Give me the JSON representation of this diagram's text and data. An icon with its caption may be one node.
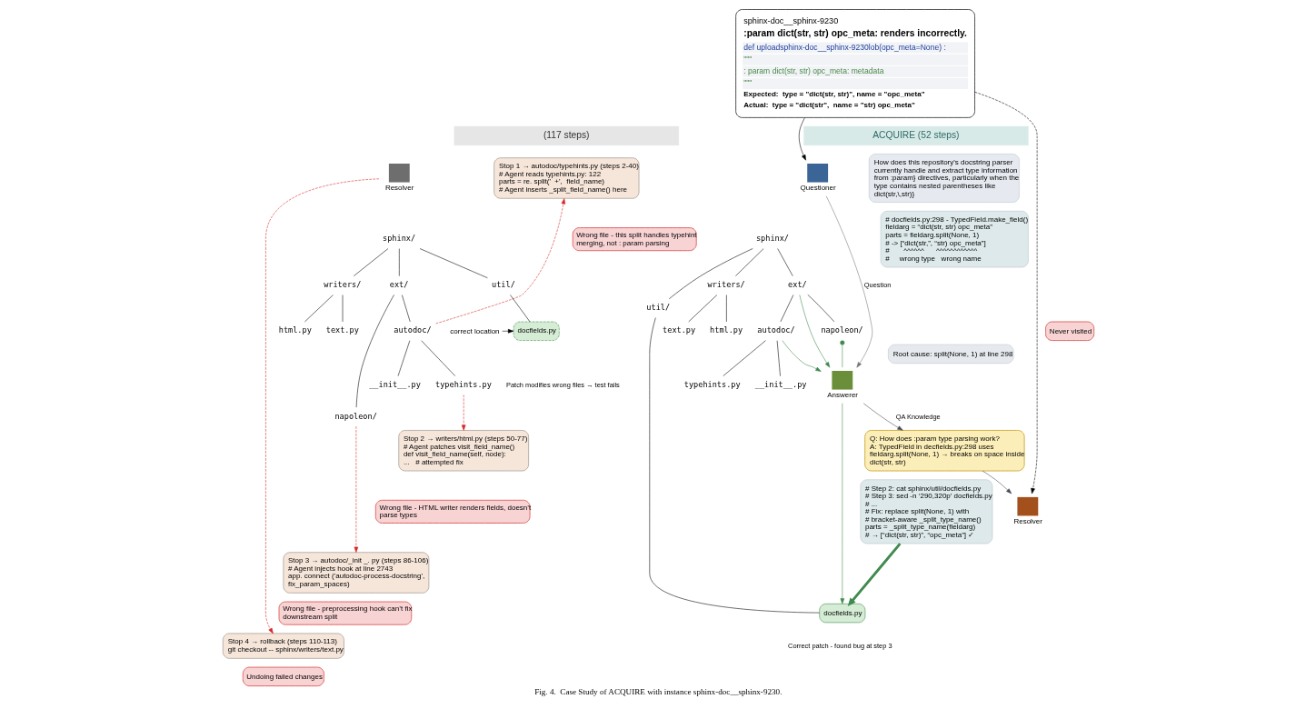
{
  "diagram": {
    "caption": "Fig. 4.  Case Study of ACQUIRE with instance sphinx-doc__sphinx-9230.",
    "nodes": [
      {
        "text": [
          "sphinx-doc__sphinx-9230",
          ":param dict(str, str) opc_meta: renders incorrectly.",
          "def uploadsphinx-doc__sphinx-9230lob(opc_meta=None) :",
          "\"\"\"",
          ": param dict(str, str) opc_meta: metadata",
          "\"\"\"",
          "Expected:  type = \"dict(str, str)\", name = \"opc_meta\"",
          "Actual:  type = \"dict(str\",  name = \"str) opc_meta\""
        ]
      },
      {
        "text": [
          "(117 steps)"
        ]
      },
      {
        "text": [
          "Resolver"
        ]
      },
      {
        "text": [
          "sphinx/"
        ]
      },
      {
        "text": [
          "ext/"
        ]
      },
      {
        "text": [
          "autodoc/"
        ]
      },
      {
        "text": [
          "__init__.py"
        ]
      },
      {
        "text": [
          "typehints.py"
        ]
      },
      {
        "text": [
          "napoleon/"
        ]
      },
      {
        "text": [
          "writers/"
        ]
      },
      {
        "text": [
          "html.py"
        ]
      },
      {
        "text": [
          "text.py"
        ]
      },
      {
        "text": [
          "util/"
        ]
      },
      {
        "text": [
          "docfields.py"
        ]
      },
      {
        "text": [
          "Stop 1 → autodoc/typehints.py (steps 2-40)",
          "# Agent reads typehints.py: 122",
          "parts = re. split('  +',  field_name)",
          "# Agent inserts _split_field_name() here"
        ]
      },
      {
        "text": [
          "Wrong file - this split handles typehint merging, not : param parsing"
        ]
      },
      {
        "text": [
          "Stop 2 → writers/html.py (steps 50-77)",
          "# Agent patches visit_field_name()",
          "def visit_field_name(self, node):",
          "...   # attempted fix"
        ]
      },
      {
        "text": [
          "Wrong file - HTML writer renders fields, doesn’t parse types"
        ]
      },
      {
        "text": [
          "Stop 3 → autodoc/_init _. py (steps 86-106)",
          "# Agent injects hook at line 2743",
          "app. connect ('autodoc-process-docstring', fix_param_spaces)"
        ]
      },
      {
        "text": [
          "Wrong file - preprocessing hook can’t fix downstream split"
        ]
      },
      {
        "text": [
          "Stop 4 → rollback (steps 110-113)",
          "git checkout -- sphinx/writers/text.py"
        ]
      },
      {
        "text": [
          "Never visited"
        ]
      },
      {
        "text": [
          "Undoing failed changes"
        ]
      },
      {
        "text": [
          "correct location"
        ]
      },
      {
        "text": [
          "ACQUIRE (52 steps)"
        ]
      },
      {
        "text": [
          "Questioner"
        ]
      },
      {
        "text": [
          "How does this repository's docstring parser currently handle and extract type information from :param} directives, particularly when the type contains nested parentheses like dict(str,\\,str)}"
        ]
      },
      {
        "text": [
          "Answerer"
        ]
      },
      {
        "text": [
          "sphinx/"
        ]
      },
      {
        "text": [
          "ext/"
        ]
      },
      {
        "text": [
          "autodoc/"
        ]
      },
      {
        "text": [
          "__init__.py"
        ]
      },
      {
        "text": [
          "typehints.py"
        ]
      },
      {
        "text": [
          "napoleon/"
        ]
      },
      {
        "text": [
          "writers/"
        ]
      },
      {
        "text": [
          "html.py"
        ]
      },
      {
        "text": [
          "text.py"
        ]
      },
      {
        "text": [
          "util/"
        ]
      },
      {
        "text": [
          "docfields.py"
        ]
      },
      {
        "text": [
          "# docfields.py:298 - TypedField.make_field()",
          "fieldarg = “dict(str, str) opc_meta”",
          "parts = fieldarg.split(None, 1)",
          "# -> [“dict(str,”, “str) opc_meta”]",
          "#       ^^^^^^      ^^^^^^^^^^^^",
          "#     wrong type   wrong name"
        ]
      },
      {
        "text": [
          "Root cause: split(None, 1) at line 298"
        ]
      },
      {
        "text": [
          "Q: How does :param type parsing work?",
          "A: TypedField in decfields.py:298 uses fieldarg.split(None, 1) → breaks on space inside dict(str, str)"
        ]
      },
      {
        "text": [
          "# Step 2: cat sphinx/util/docfields.py",
          "# Step 3: sed -n ‘290,320p’ docfields.py",
          "# ...",
          "# Fix: replace split(None, 1) with",
          "# bracket-aware _split_type_name()",
          "parts = _split_type_name(fieldarg)",
          "# → [“dict(str, str)”, “opc_meta”] ✓"
        ]
      },
      {
        "text": [
          "Resolver"
        ]
      }
    ],
    "edges": [
      {
        "from": 0,
        "to": 25,
        "arrow": "to"
      },
      {
        "from": 0,
        "to": 43,
        "arrow": "to",
        "style": "dashed"
      },
      {
        "from": 3,
        "to": 4,
        "arrow": "none"
      },
      {
        "from": 4,
        "to": 5,
        "arrow": "none"
      },
      {
        "from": 5,
        "to": 6,
        "arrow": "none"
      },
      {
        "from": 5,
        "to": 7,
        "arrow": "none"
      },
      {
        "from": 4,
        "to": 8,
        "arrow": "none"
      },
      {
        "from": 3,
        "to": 9,
        "arrow": "none"
      },
      {
        "from": 9,
        "to": 10,
        "arrow": "none"
      },
      {
        "from": 9,
        "to": 11,
        "arrow": "none"
      },
      {
        "from": 3,
        "to": 12,
        "arrow": "none"
      },
      {
        "from": 12,
        "to": 13,
        "arrow": "none"
      },
      {
        "from": 2,
        "to": 20,
        "arrow": "to",
        "style": "dashed",
        "color": "#d62728"
      },
      {
        "from": 5,
        "to": 14,
        "arrow": "to",
        "style": "dashed",
        "color": "#d62728"
      },
      {
        "from": 7,
        "to": 16,
        "arrow": "to",
        "style": "dashed",
        "color": "#d62728"
      },
      {
        "from": 8,
        "to": 18,
        "arrow": "to",
        "style": "dashed",
        "color": "#d62728"
      },
      {
        "from": 23,
        "to": 13,
        "arrow": "to"
      },
      {
        "from": 28,
        "to": 29,
        "arrow": "none"
      },
      {
        "from": 29,
        "to": 30,
        "arrow": "none"
      },
      {
        "from": 30,
        "to": 31,
        "arrow": "none"
      },
      {
        "from": 30,
        "to": 32,
        "arrow": "none"
      },
      {
        "from": 29,
        "to": 33,
        "arrow": "none"
      },
      {
        "from": 28,
        "to": 34,
        "arrow": "none"
      },
      {
        "from": 34,
        "to": 35,
        "arrow": "none"
      },
      {
        "from": 34,
        "to": 36,
        "arrow": "none"
      },
      {
        "from": 28,
        "to": 37,
        "arrow": "none"
      },
      {
        "from": 37,
        "to": 38,
        "arrow": "none"
      },
      {
        "from": 25,
        "to": 27,
        "arrow": "to",
        "label": "Question",
        "color": "#777777"
      },
      {
        "from": 29,
        "to": 27,
        "arrow": "to",
        "color": "#3f8a4f"
      },
      {
        "from": 30,
        "to": 27,
        "arrow": "to",
        "color": "#3f8a4f"
      },
      {
        "from": 33,
        "to": 27,
        "arrow": "other",
        "color": "#3f8a4f"
      },
      {
        "from": 27,
        "to": 38,
        "arrow": "to",
        "color": "#3f8a4f"
      },
      {
        "from": 27,
        "to": 41,
        "arrow": "to",
        "label": "QA Knowledge",
        "color": "#444b57"
      },
      {
        "from": 41,
        "to": 43,
        "arrow": "to",
        "color": "#444b57"
      },
      {
        "from": 42,
        "to": 38,
        "arrow": "to",
        "style": "thick",
        "color": "#3f8a4f"
      }
    ],
    "labels": [
      "Patch modifies wrong files → test fails",
      "Correct patch - found bug at step 3"
    ]
  }
}
